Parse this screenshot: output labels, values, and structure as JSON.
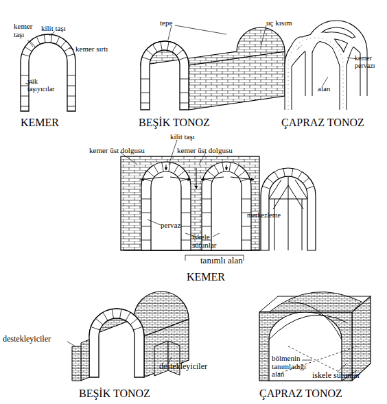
{
  "diagram": {
    "labels": [
      "kemer taşı",
      "kilit taşı",
      "kemer sırtı",
      "yük taşıyıcılar",
      "KEMER",
      "tepe",
      "uç kısım",
      "BEŞİK TONOZ",
      "kemer pervazı",
      "alan",
      "ÇAPRAZ TONOZ",
      "kilit taşı",
      "kemer üst dolgusu",
      "kemer üst dolgusu",
      "pervaz",
      "merkezleme",
      "iskele sütunlar",
      "tanımlı alan",
      "KEMER",
      "destekleyiciler",
      "destekleyiciler",
      "BEŞİK TONOZ",
      "bölmenin tanımladığı alan",
      "iskele sütunlar",
      "ÇAPRAZ TONOZ"
    ]
  }
}
